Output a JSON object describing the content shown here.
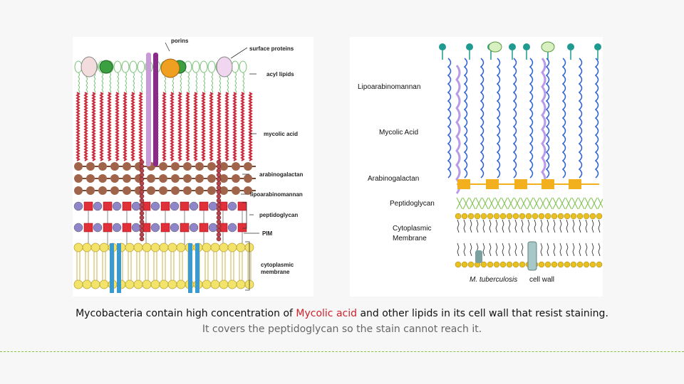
{
  "left_diagram": {
    "labels": {
      "porins": "porins",
      "surface_proteins": "surface proteins",
      "acyl_lipids": "acyl lipids",
      "mycolic_acid": "mycolic acid",
      "arabinogalactan": "arabinogalactan",
      "lipoarabinomannan": "lipoarabinomannan",
      "peptidoglycan": "peptidoglycan",
      "pim": "PIM",
      "cytoplasmic_membrane_1": "cytoplasmic",
      "cytoplasmic_membrane_2": "membrane"
    }
  },
  "right_diagram": {
    "labels": {
      "lipoarabinomannan": "Lipoarabinomannan",
      "mycolic_acid": "Mycolic Acid",
      "arabinogalactan": "Arabinogalactan",
      "peptidoglycan": "Peptidoglycan",
      "cytoplasmic_1": "Cytoplasmic",
      "cytoplasmic_2": "Membrane",
      "species": "M. tuberculosis",
      "cell_wall": "cell wall"
    }
  },
  "caption": {
    "part1": "Mycobacteria contain high concentration of ",
    "highlight": "Mycolic acid",
    "part2": " and other lipids in its cell wall that resist staining. ",
    "part3": "It covers the peptidoglycan so the stain cannot reach it."
  },
  "colors": {
    "mycolic_red": "#c8283a",
    "arabinogalactan_brown": "#a0644a",
    "peptidoglycan_red": "#e0303a",
    "membrane_yellow": "#f2e36a",
    "porin_purple": "#8a2a8a",
    "channel_blue": "#3a9ad0",
    "right_blue": "#2b5fd9",
    "right_purple": "#b89ae8",
    "right_teal": "#1f9a90",
    "right_orange": "#f2b01e",
    "right_green": "#7cc04a",
    "caption_highlight": "#d0202a"
  }
}
